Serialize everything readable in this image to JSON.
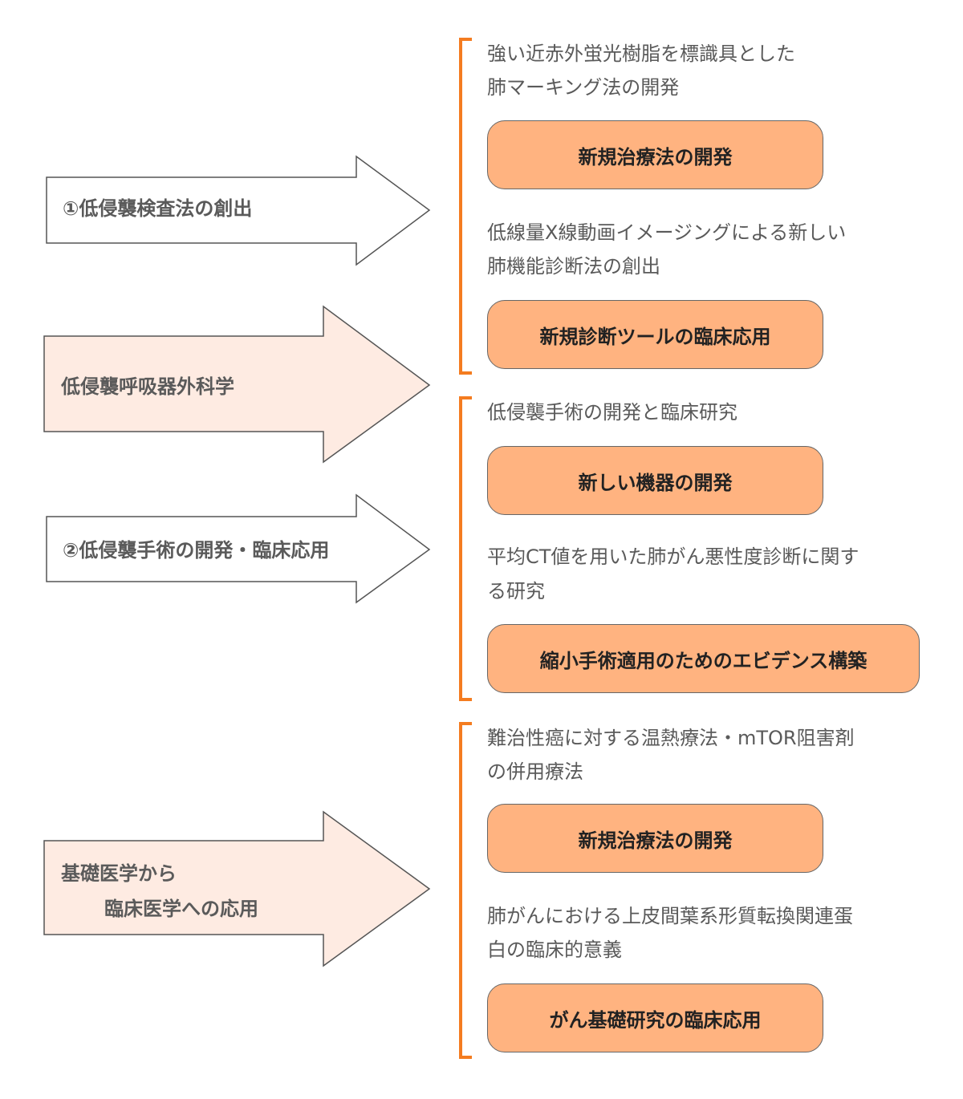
{
  "colors": {
    "bracket": "#f47c20",
    "pill_fill": "#ffb380",
    "arrow_white": "#ffffff",
    "arrow_peach": "#feebe2",
    "arrow_stroke": "#555555"
  },
  "arrows": [
    {
      "label": "①低侵襲検査法の創出"
    },
    {
      "label": "低侵襲呼吸器外科学"
    },
    {
      "label": "②低侵襲手術の開発・臨床応用"
    },
    {
      "label_line1": "基礎医学から",
      "label_line2": "臨床医学への応用"
    }
  ],
  "groups": [
    {
      "items": [
        {
          "desc_line1": "強い近赤外蛍光樹脂を標識具とした",
          "desc_line2": "肺マーキング法の開発",
          "pill": "新規治療法の開発"
        },
        {
          "desc_line1": "低線量X線動画イメージングによる新しい",
          "desc_line2": "肺機能診断法の創出",
          "pill": "新規診断ツールの臨床応用"
        }
      ]
    },
    {
      "items": [
        {
          "desc_line1": "低侵襲手術の開発と臨床研究",
          "pill": "新しい機器の開発"
        },
        {
          "desc_line1": "平均CT値を用いた肺がん悪性度診断に関す",
          "desc_line2": "る研究",
          "pill": "縮小手術適用のためのエビデンス構築"
        }
      ]
    },
    {
      "items": [
        {
          "desc_line1": "難治性癌に対する温熱療法・mTOR阻害剤",
          "desc_line2": "の併用療法",
          "pill": "新規治療法の開発"
        },
        {
          "desc_line1": "肺がんにおける上皮間葉系形質転換関連蛋",
          "desc_line2": "白の臨床的意義",
          "pill": "がん基礎研究の臨床応用"
        }
      ]
    }
  ]
}
